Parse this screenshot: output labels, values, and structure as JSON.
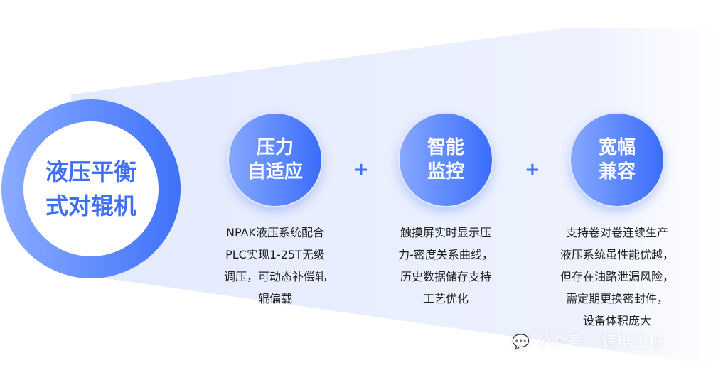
{
  "main_title": [
    "液压平衡",
    "式对辊机"
  ],
  "features": [
    {
      "title": [
        "压力",
        "自适应"
      ],
      "desc": [
        "NPAK液压系统配合",
        "PLC实现1-25T无级",
        "调压，可动态补偿轧",
        "辊偏载"
      ]
    },
    {
      "title": [
        "智能",
        "监控"
      ],
      "desc": [
        "触摸屏实时显示压",
        "力-密度关系曲线，",
        "历史数据储存支持",
        "工艺优化"
      ]
    },
    {
      "title": [
        "宽幅",
        "兼容"
      ],
      "desc": [
        "支持卷对卷连续生产",
        "液压系统虽性能优越，",
        "但存在油路泄漏风险，",
        "需定期更换密封件，",
        "设备体积庞大"
      ]
    }
  ],
  "plus": "+",
  "watermark": "公众号 · 锂电工程",
  "colors": {
    "accent": "#3f6ff5",
    "beam": "#e6edfe"
  }
}
